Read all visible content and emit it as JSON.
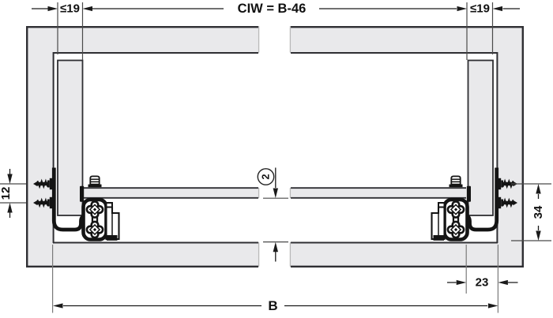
{
  "drawing": {
    "kind": "drawer-slide-installation-cross-section",
    "labels": {
      "top_left_panel_thickness": "≤19",
      "top_internal_width": "CIW = B-46",
      "top_right_panel_thickness": "≤19",
      "left_screw_spacing": "12",
      "right_mounting_height": "34",
      "bottom_right_offset": "23",
      "bottom_cabinet_width": "B",
      "callout_note": "2"
    },
    "colors": {
      "background": "#ffffff",
      "panel_fill": "#e9e9eb",
      "panel_outline": "#2f2f33",
      "hardware": "#141414",
      "dimension_line": "#4a4a4a",
      "dimension_text": "#111111",
      "break_edge": "#b9b9b9"
    }
  }
}
